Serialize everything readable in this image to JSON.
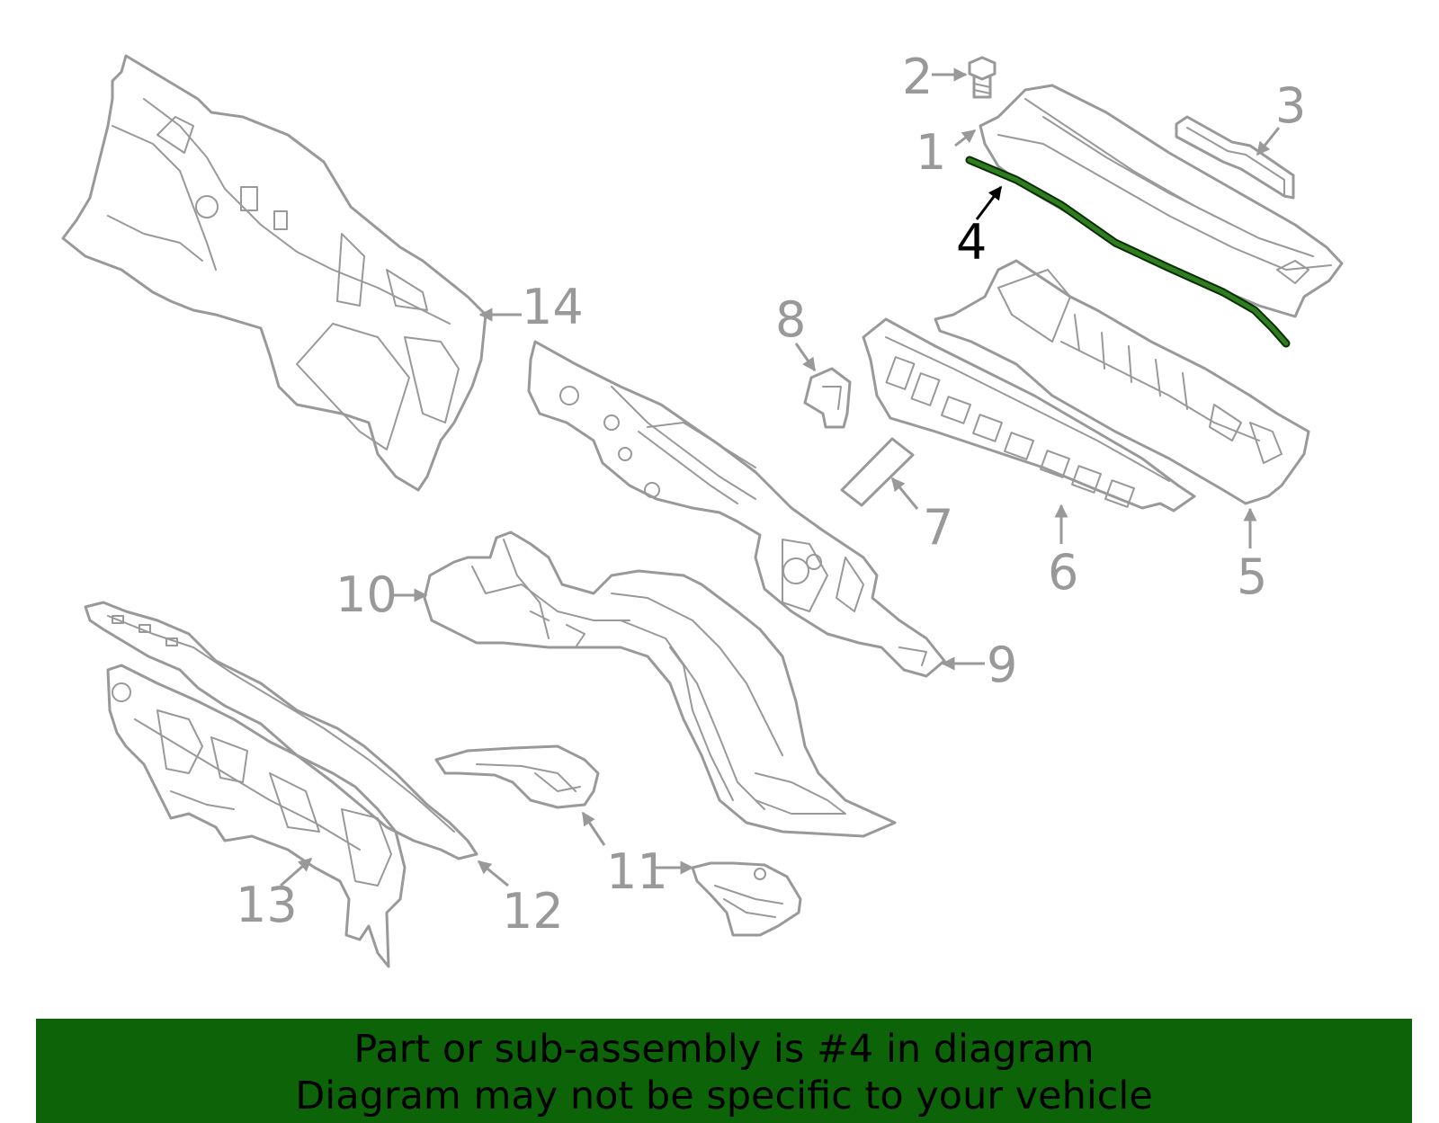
{
  "diagram": {
    "highlighted_part": "4",
    "highlight_color": "#2e7d1e",
    "callout_color": "#999999",
    "callouts": [
      "1",
      "2",
      "3",
      "4",
      "5",
      "6",
      "7",
      "8",
      "9",
      "10",
      "11",
      "12",
      "13",
      "14"
    ]
  },
  "banner": {
    "background": "#0d6308",
    "line1": "Part or sub-assembly is #4 in diagram",
    "line2": "Diagram may not be specific to your vehicle"
  }
}
